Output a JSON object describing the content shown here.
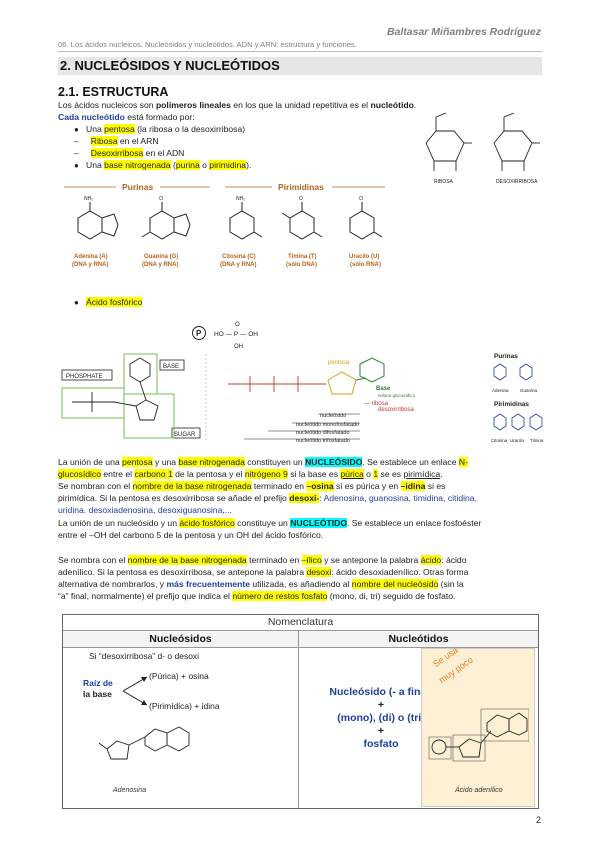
{
  "header": {
    "author": "Baltasar Miñambres Rodríguez",
    "subtitle": "06. Los ácidos nucleicos. Nucleósidos y nucleótidos. ADN y ARN: estructura y funciones."
  },
  "section": {
    "title": "2. NUCLEÓSIDOS Y NUCLEÓTIDOS",
    "subsection": "2.1. ESTRUCTURA"
  },
  "intro": {
    "p1_a": "Los ácidos nucleicos son ",
    "p1_b": "polímeros lineales",
    "p1_c": " en los que la unidad repetitiva es el ",
    "p1_d": "nucleótido",
    "p1_e": ".",
    "p2_a": "Cada nucleótido",
    "p2_b": " está formado por:",
    "b1_a": "Una ",
    "b1_b": "pentosa",
    "b1_c": " (la ribosa o la desoxirribosa)",
    "d1_a": "Ribosa",
    "d1_b": " en el ARN",
    "d2_a": "Desoxirribosa",
    "d2_b": " en el ADN",
    "b2_a": "Una ",
    "b2_b": "base nitrogenada",
    "b2_c": " (",
    "b2_d": "purina",
    "b2_e": " o ",
    "b2_f": "pirimidina",
    "b2_g": ").",
    "b3": "Ácido fosfórico"
  },
  "sugar_fig": {
    "ribosa": "RIBOSA",
    "desoxi": "DESOXIRRIBOSA"
  },
  "bases_fig": {
    "purinas": "Purinas",
    "pirimidinas": "Pirimidinas",
    "adenina": "Adenina (A)",
    "adenina_src": "(DNA y RNA)",
    "guanina": "Guanina (G)",
    "guanina_src": "(DNA y RNA)",
    "citosina": "Citosina (C)",
    "citosina_src": "(DNA y RNA)",
    "timina": "Timina (T)",
    "timina_src": "(sólo DNA)",
    "uracilo": "Uracilo (U)",
    "uracilo_src": "(sólo RNA)",
    "nh2": "NH₂",
    "o": "O"
  },
  "phosphate_fig": {
    "p": "P",
    "formula_top": "O",
    "formula_mid": "HO — P — OH",
    "formula_bot": "OH"
  },
  "nucleotide_fig": {
    "phosphate": "PHOSPHATE",
    "base": "BASE",
    "sugar": "SUGAR",
    "pentosa": "pentosa",
    "base_lbl": "Base",
    "enlace": "enlace glucosídico",
    "ribosa": "— ribosa",
    "desoxi": "desoxirribosa",
    "nucleosido": "nucleósido",
    "monofosfato": "nucleótido monofosfatado",
    "difosfatado": "nucleótido difosfatado",
    "trifosfatado": "nucleótido trifosfatado",
    "purinas": "Purinas",
    "pirimidinas": "Pirimidinas",
    "adenina": "Adenina",
    "guanina": "Guanina",
    "citosina": "Citosina",
    "uracilo": "Uracilo",
    "timina": "Timina"
  },
  "body": {
    "l1": [
      {
        "t": "La unión de una ",
        "c": ""
      },
      {
        "t": "pentosa",
        "c": "hl"
      },
      {
        "t": " y una ",
        "c": ""
      },
      {
        "t": "base nitrogenada",
        "c": "hl"
      },
      {
        "t": " constituyen un ",
        "c": ""
      },
      {
        "t": "NUCLEÓSIDO",
        "c": "hlc b"
      },
      {
        "t": ". Se establece un enlace ",
        "c": ""
      },
      {
        "t": "N-",
        "c": "hl"
      }
    ],
    "l2": [
      {
        "t": "glucosídico",
        "c": "hl"
      },
      {
        "t": " entre el ",
        "c": ""
      },
      {
        "t": "carbono 1",
        "c": "hl"
      },
      {
        "t": " de la pentosa y el ",
        "c": ""
      },
      {
        "t": "nitrógeno 9",
        "c": "hl"
      },
      {
        "t": " si la base es ",
        "c": ""
      },
      {
        "t": "púrica",
        "c": "hl u"
      },
      {
        "t": " o ",
        "c": ""
      },
      {
        "t": "1",
        "c": "hl"
      },
      {
        "t": " se es ",
        "c": ""
      },
      {
        "t": "pirimídica",
        "c": "u"
      },
      {
        "t": ".",
        "c": ""
      }
    ],
    "l3": [
      {
        "t": "Se nombran con el ",
        "c": ""
      },
      {
        "t": "nombre de la base nitrogenada",
        "c": "hl"
      },
      {
        "t": " terminado en ",
        "c": ""
      },
      {
        "t": "–osina",
        "c": "hl b"
      },
      {
        "t": " si es púrica y en ",
        "c": ""
      },
      {
        "t": "–idina",
        "c": "hl b"
      },
      {
        "t": " si es",
        "c": ""
      }
    ],
    "l4": [
      {
        "t": "pirimídica. Si la pentosa es desoxirribosa se añade el prefijo ",
        "c": ""
      },
      {
        "t": "desoxi-",
        "c": "hl b"
      },
      {
        "t": ": Adenosina, guanosina, timidina, citidina,",
        "c": "blue"
      }
    ],
    "l5": [
      {
        "t": "uridina. desoxiadenosina, desoxiguanosina,...",
        "c": "blue"
      }
    ],
    "l6": [
      {
        "t": "La unión de un nucleósido y un ",
        "c": ""
      },
      {
        "t": "ácido fosfórico",
        "c": "hl"
      },
      {
        "t": " constituye un ",
        "c": ""
      },
      {
        "t": "NUCLEÓTIDO",
        "c": "hlc b"
      },
      {
        "t": ". Se establece un enlace fosfoéster",
        "c": ""
      }
    ],
    "l7": [
      {
        "t": "entre el –OH del carbono 5 de la pentosa y un OH del ácido fosfórico.",
        "c": ""
      }
    ],
    "l8": [
      {
        "t": "Se nombra con el ",
        "c": ""
      },
      {
        "t": "nombre de la base nitrogenada",
        "c": "hl"
      },
      {
        "t": " terminado en ",
        "c": ""
      },
      {
        "t": "–ílico",
        "c": "hl"
      },
      {
        "t": " y se antepone la palabra ",
        "c": ""
      },
      {
        "t": "ácido",
        "c": "hl"
      },
      {
        "t": ": ácido",
        "c": ""
      }
    ],
    "l9": [
      {
        "t": "adenílico. Si la pentosa es desoxirribosa, se antepone la palabra ",
        "c": ""
      },
      {
        "t": "desoxi",
        "c": "hl"
      },
      {
        "t": ": ácido desoxiadenílico. Otras forma",
        "c": ""
      }
    ],
    "l10": [
      {
        "t": "alternativa de nombrarlos, y ",
        "c": ""
      },
      {
        "t": "más frecuentemente",
        "c": "blue b"
      },
      {
        "t": " utilizada, es añadiendo al ",
        "c": ""
      },
      {
        "t": "nombre del nucleósido",
        "c": "hl"
      },
      {
        "t": " (sin la",
        "c": ""
      }
    ],
    "l11": [
      {
        "t": "“a” final, normalmente) el prefijo que indica el ",
        "c": ""
      },
      {
        "t": "número de restos fosfato",
        "c": "hl"
      },
      {
        "t": " (mono, di, tri) seguido de fosfato.",
        "c": ""
      }
    ]
  },
  "nomenclatura": {
    "title": "Nomenclatura",
    "col1": "Nucleósidos",
    "col2": "Nucleótidos",
    "si": "Si “desoxirribosa” d- o desoxi",
    "raiz": "Raíz de",
    "la_base": "la base",
    "purica": "(Púrica) + osina",
    "pirimidica": "(Pirimídica) + idina",
    "nucleosido_line": "Nucleósido (- a final)",
    "plus1": "+",
    "mono": "(mono), (di) o (tri)",
    "plus2": "+",
    "fosfato": "fosfato",
    "se_usa": "Se usa",
    "muy_poco": "muy poco",
    "adenosina": "Adenosina",
    "acido_adenilico": "Ácido adenílico"
  },
  "page_number": "2"
}
